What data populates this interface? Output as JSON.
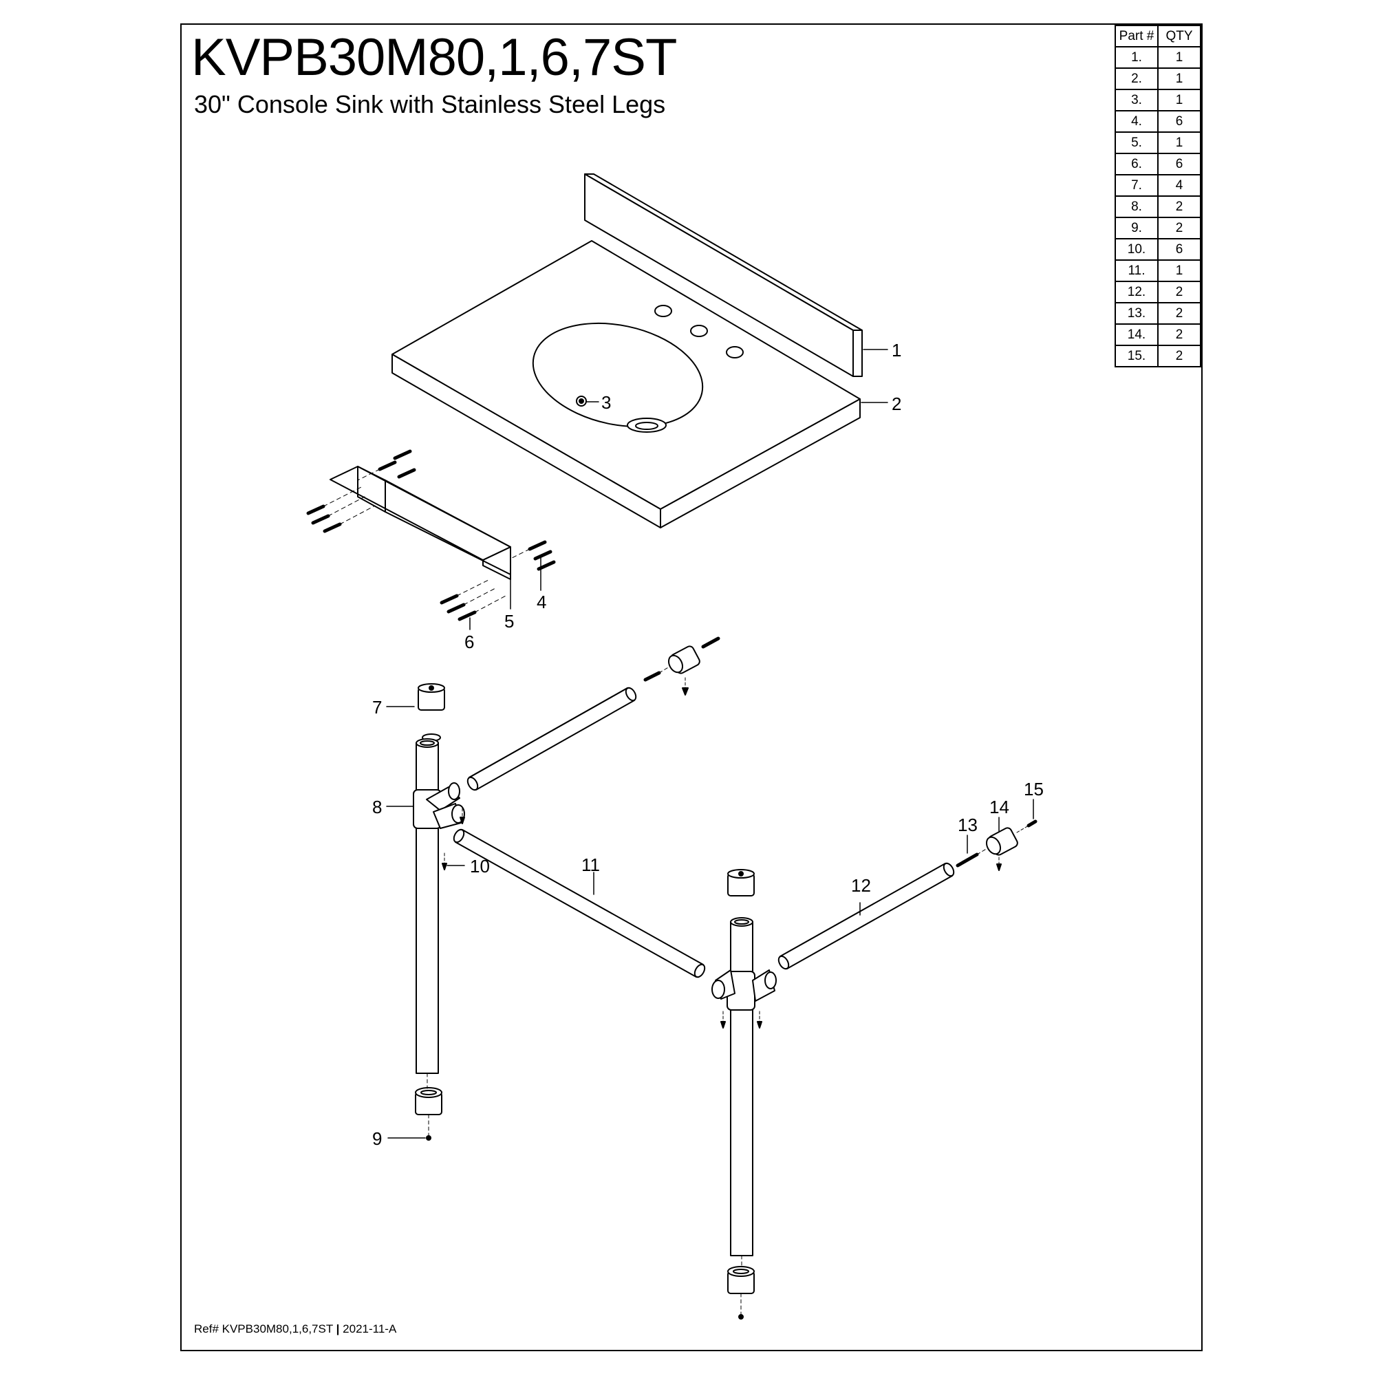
{
  "header": {
    "title": "KVPB30M80,1,6,7ST",
    "subtitle": "30\" Console Sink with Stainless Steel Legs"
  },
  "parts_table": {
    "headers": [
      "Part #",
      "QTY"
    ],
    "rows": [
      {
        "part": "1.",
        "qty": "1"
      },
      {
        "part": "2.",
        "qty": "1"
      },
      {
        "part": "3.",
        "qty": "1"
      },
      {
        "part": "4.",
        "qty": "6"
      },
      {
        "part": "5.",
        "qty": "1"
      },
      {
        "part": "6.",
        "qty": "6"
      },
      {
        "part": "7.",
        "qty": "4"
      },
      {
        "part": "8.",
        "qty": "2"
      },
      {
        "part": "9.",
        "qty": "2"
      },
      {
        "part": "10.",
        "qty": "6"
      },
      {
        "part": "11.",
        "qty": "1"
      },
      {
        "part": "12.",
        "qty": "2"
      },
      {
        "part": "13.",
        "qty": "2"
      },
      {
        "part": "14.",
        "qty": "2"
      },
      {
        "part": "15.",
        "qty": "2"
      }
    ]
  },
  "callouts": {
    "c1": "1",
    "c2": "2",
    "c3": "3",
    "c4": "4",
    "c5": "5",
    "c6": "6",
    "c7": "7",
    "c8": "8",
    "c9": "9",
    "c10": "10",
    "c11": "11",
    "c12": "12",
    "c13": "13",
    "c14": "14",
    "c15": "15"
  },
  "footer": {
    "ref": "Ref# KVPB30M80,1,6,7ST",
    "separator": "|",
    "revision": "2021-11-A"
  }
}
